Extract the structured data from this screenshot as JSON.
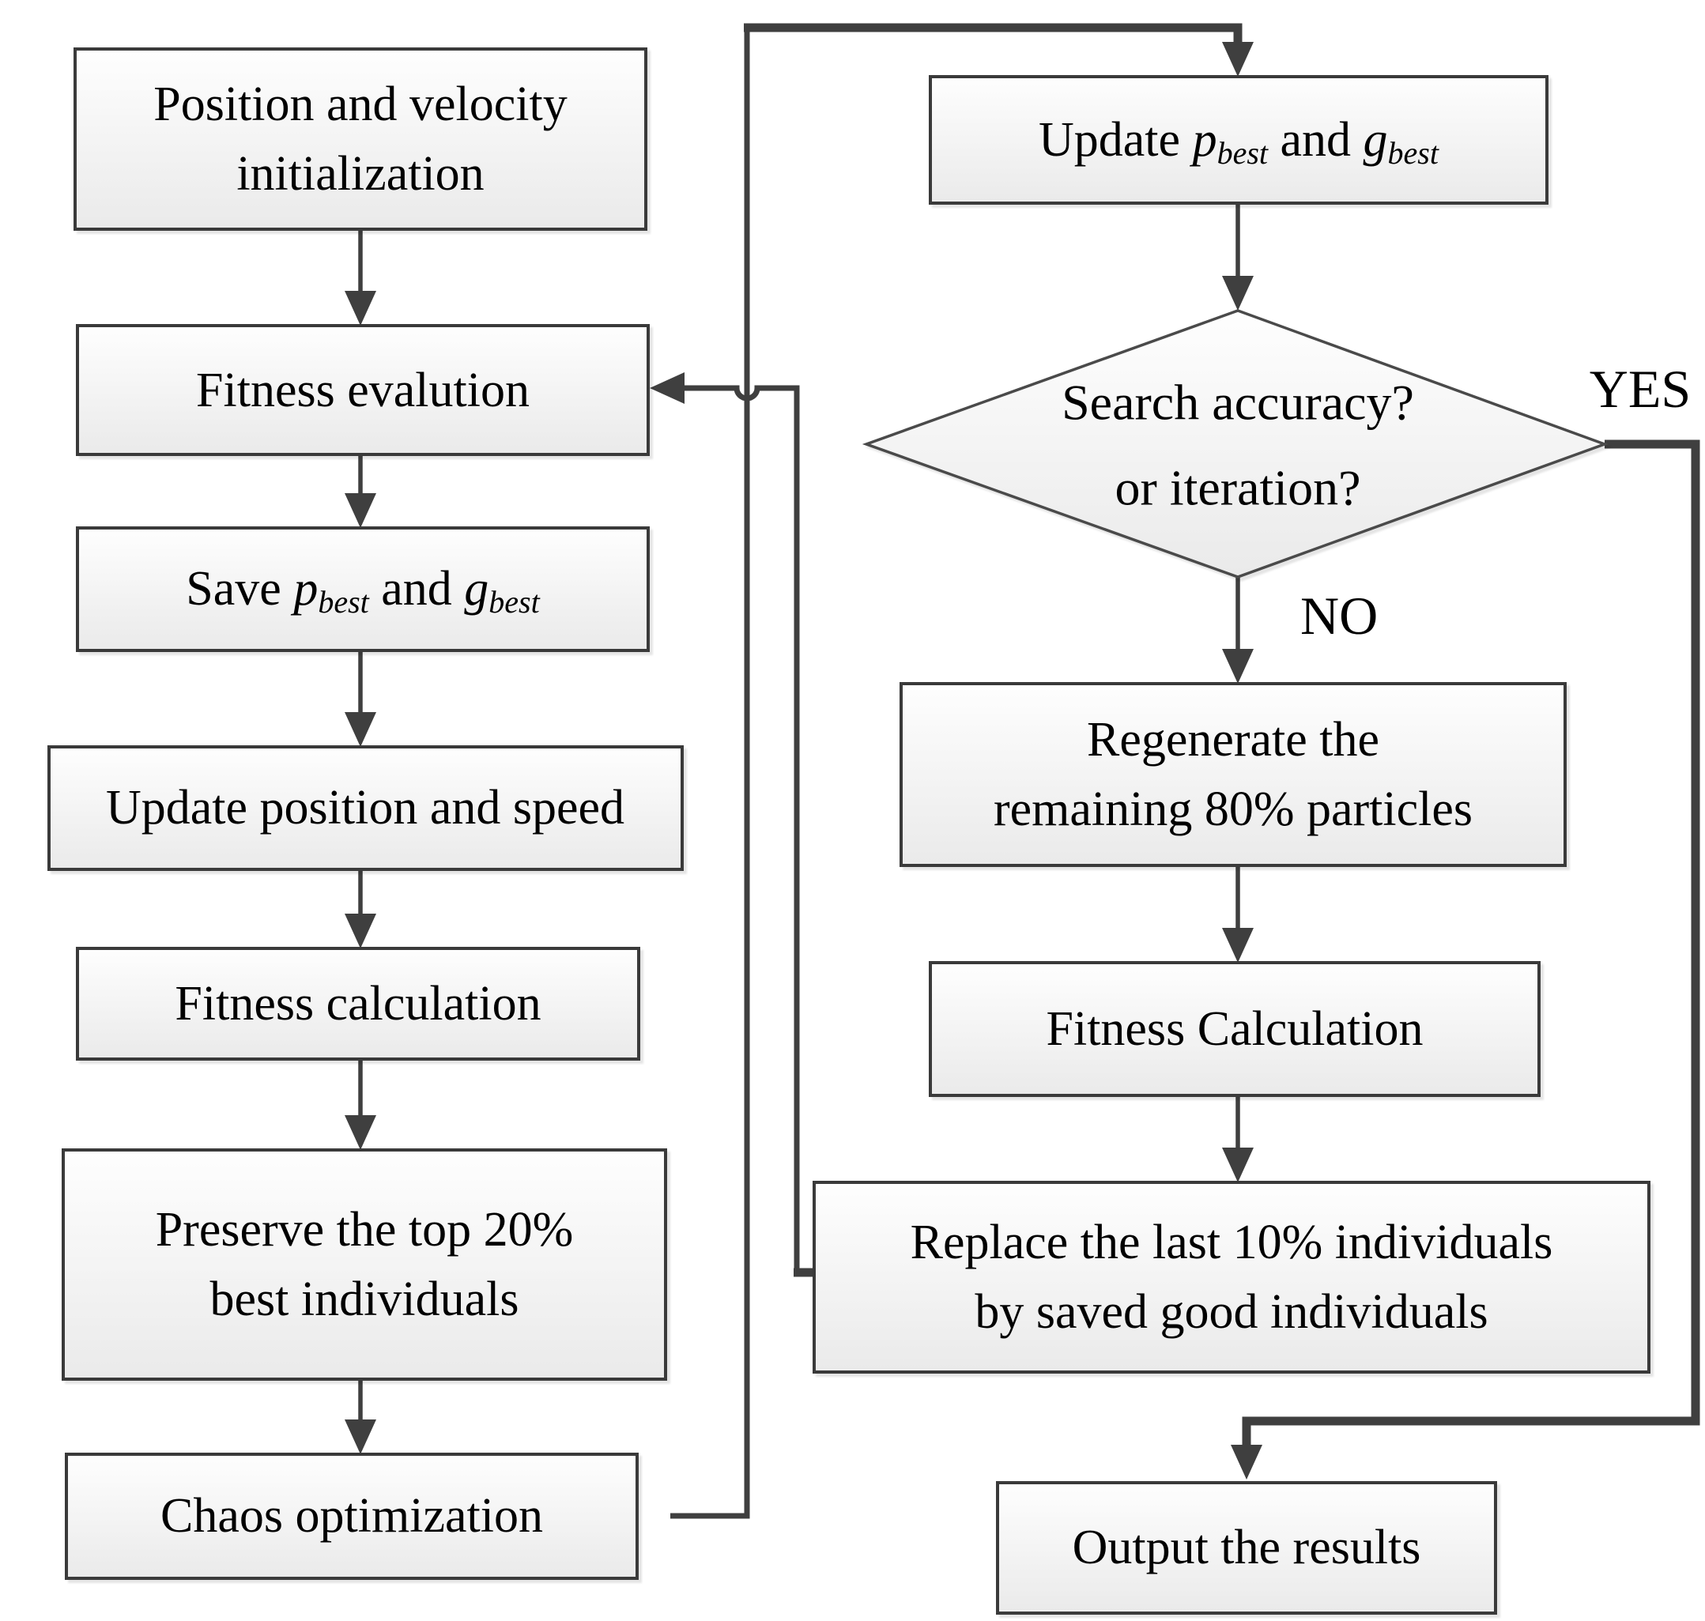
{
  "flowchart": {
    "labels": {
      "yes": "YES",
      "no": "NO"
    },
    "colors": {
      "line": "#3f3f3f",
      "box_border": "#3a3a3a",
      "text": "#000000",
      "box_fill_top": "#fefefe",
      "box_fill_bottom": "#eaeaea",
      "background": "#ffffff"
    },
    "nodes": {
      "init": {
        "lines": [
          "Position and velocity",
          "initialization"
        ]
      },
      "fitness_eval": {
        "lines": [
          "Fitness evalution"
        ]
      },
      "save_best": {
        "segments": [
          {
            "t": "Save ",
            "k": "plain"
          },
          {
            "t": "p",
            "k": "var"
          },
          {
            "t": "best",
            "k": "sub"
          },
          {
            "t": " and ",
            "k": "plain"
          },
          {
            "t": "g",
            "k": "var"
          },
          {
            "t": "best",
            "k": "sub"
          }
        ]
      },
      "update_pos": {
        "lines": [
          "Update position and speed"
        ]
      },
      "fitness_calc": {
        "lines": [
          "Fitness calculation"
        ]
      },
      "preserve": {
        "lines": [
          "Preserve the top 20%",
          "best individuals"
        ]
      },
      "chaos": {
        "lines": [
          "Chaos optimization"
        ]
      },
      "update_best": {
        "segments": [
          {
            "t": "Update ",
            "k": "plain"
          },
          {
            "t": "p",
            "k": "var"
          },
          {
            "t": "best",
            "k": "sub"
          },
          {
            "t": " and ",
            "k": "plain"
          },
          {
            "t": "g",
            "k": "var"
          },
          {
            "t": "best",
            "k": "sub"
          }
        ]
      },
      "decision": {
        "lines": [
          "Search accuracy?",
          "or iteration?"
        ]
      },
      "regenerate": {
        "lines": [
          "Regenerate the",
          "remaining 80% particles"
        ]
      },
      "fitness_calc2": {
        "lines": [
          "Fitness Calculation"
        ]
      },
      "replace": {
        "lines": [
          "Replace the last 10% individuals",
          "by saved good individuals"
        ]
      },
      "output": {
        "lines": [
          "Output the results"
        ]
      }
    }
  }
}
